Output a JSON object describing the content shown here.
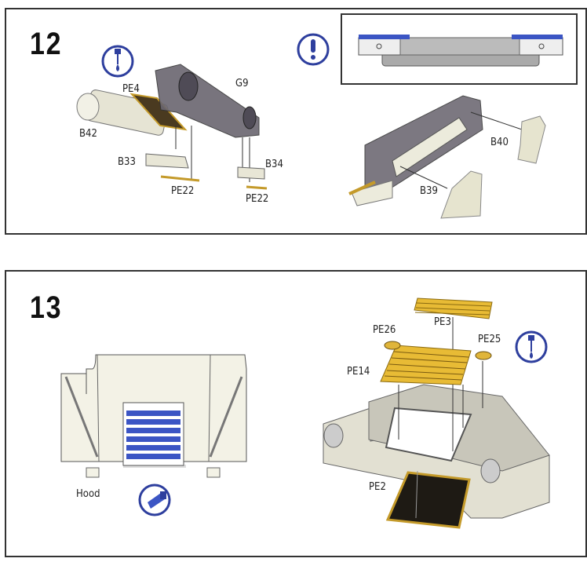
{
  "steps": [
    {
      "number": "12",
      "labels": {
        "pe4": "PE4",
        "g9": "G9",
        "b42": "B42",
        "b33": "B33",
        "b34": "B34",
        "pe22_left": "PE22",
        "pe22_right": "PE22",
        "b40": "B40",
        "b39": "B39"
      },
      "icons": [
        "glue-icon",
        "attention-icon"
      ]
    },
    {
      "number": "13",
      "labels": {
        "pe3": "PE3",
        "pe26": "PE26",
        "pe25": "PE25",
        "pe14": "PE14",
        "pe2": "PE2",
        "hood": "Hood"
      },
      "icons": [
        "paint-icon",
        "glue-icon"
      ]
    }
  ],
  "colors": {
    "icon_blue": "#2e3f9e",
    "brass": "#e0b53a",
    "grey_part": "#6a6670",
    "cream_part": "#ecebdc",
    "vent_blue": "#3b55c4"
  }
}
